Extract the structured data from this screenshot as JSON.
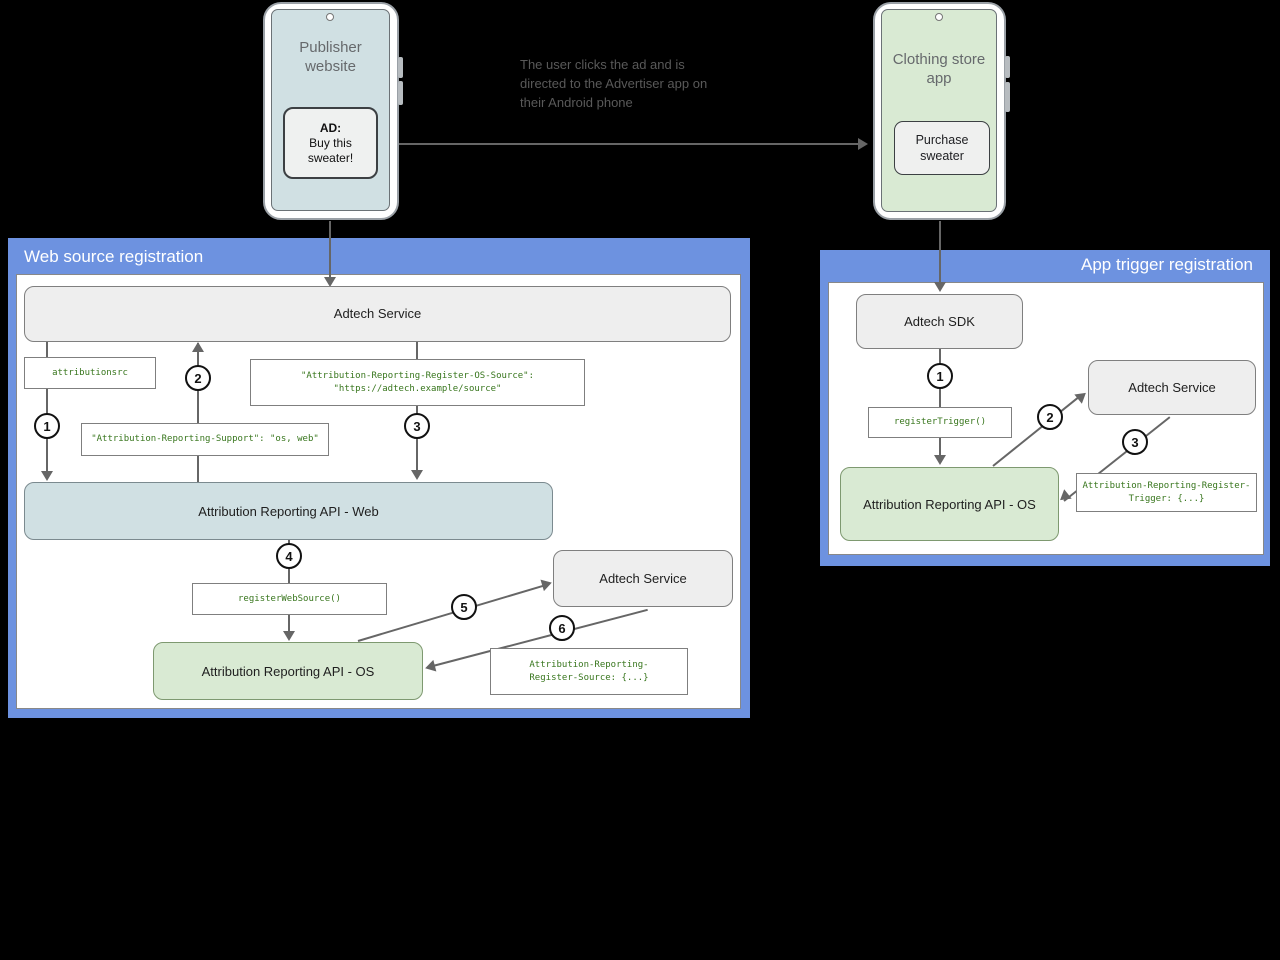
{
  "phones": {
    "publisher": {
      "title": "Publisher website",
      "ad_heading": "AD:",
      "ad_text": "Buy this sweater!"
    },
    "advertiser": {
      "title": "Clothing store app",
      "button": "Purchase sweater"
    }
  },
  "annotation": {
    "lines": [
      "The user clicks the ad and is",
      "directed to the Advertiser app on",
      "their Android phone"
    ]
  },
  "web": {
    "title": "Web source registration",
    "adtech_service": "Adtech Service",
    "attributionsrc": "attributionsrc",
    "support": "\"Attribution-Reporting-Support\": \"os, web\"",
    "register_os_1": "\"Attribution-Reporting-Register-OS-Source\":",
    "register_os_2": "\"https://adtech.example/source\"",
    "api_web": "Attribution Reporting API - Web",
    "register_web_source": "registerWebSource()",
    "adtech_service_2": "Adtech Service",
    "api_os": "Attribution Reporting API - OS",
    "register_source_1": "Attribution-Reporting-",
    "register_source_2": "Register-Source: {...}",
    "steps": [
      "1",
      "2",
      "3",
      "4",
      "5",
      "6"
    ]
  },
  "app": {
    "title": "App trigger registration",
    "adtech_sdk": "Adtech SDK",
    "register_trigger": "registerTrigger()",
    "adtech_service": "Adtech Service",
    "api_os": "Attribution Reporting API - OS",
    "register_trigger_header_1": "Attribution-Reporting-Register-",
    "register_trigger_header_2": "Trigger: {...}",
    "steps": [
      "1",
      "2",
      "3"
    ]
  },
  "colors": {
    "panel_blue": "#6d92e0",
    "web_fill": "#d0e0e3",
    "app_fill": "#d9ead3",
    "box_gray": "#eeeeee",
    "code_green": "#38761d",
    "arrow": "#666666"
  }
}
